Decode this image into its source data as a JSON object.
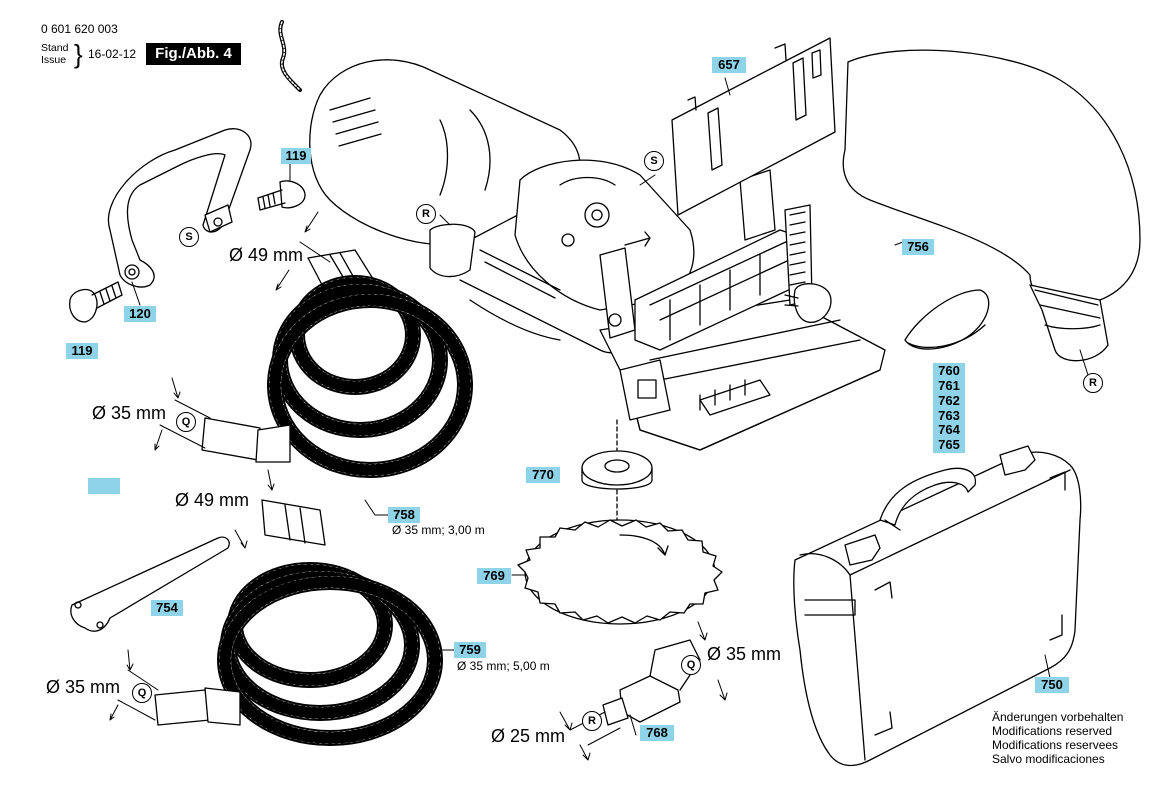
{
  "header": {
    "part_number": "0 601 620 003",
    "stand_label": "Stand",
    "issue_label": "Issue",
    "brace": "}",
    "date": "16-02-12",
    "figure": "Fig./Abb. 4"
  },
  "parts": {
    "p657": "657",
    "p119a": "119",
    "p119b": "119",
    "p120": "120",
    "p756": "756",
    "p760": "760",
    "p761": "761",
    "p762": "762",
    "p763": "763",
    "p764": "764",
    "p765": "765",
    "p770": "770",
    "p758": "758",
    "p769": "769",
    "p754": "754",
    "p759": "759",
    "p768": "768",
    "p750": "750"
  },
  "dimensions": {
    "d49_top": "Ø 49 mm",
    "d35_left": "Ø 35 mm",
    "d49_mid": "Ø 49 mm",
    "d35_bottom": "Ø 35 mm",
    "d35_right": "Ø 35 mm",
    "d25": "Ø 25 mm"
  },
  "specs": {
    "hose758": "Ø 35 mm; 3,00 m",
    "hose759": "Ø 35 mm; 5,00 m"
  },
  "circle_labels": {
    "s1": "S",
    "s2": "S",
    "r1": "R",
    "r2": "R",
    "r3": "R",
    "q1": "Q",
    "q2": "Q",
    "q3": "Q"
  },
  "notes": [
    "Änderungen vorbehalten",
    "Modifications reserved",
    "Modifications reservees",
    "Salvo modificaciones"
  ],
  "colors": {
    "tag_background": "#8fd3e8",
    "figure_box": "#000000"
  }
}
